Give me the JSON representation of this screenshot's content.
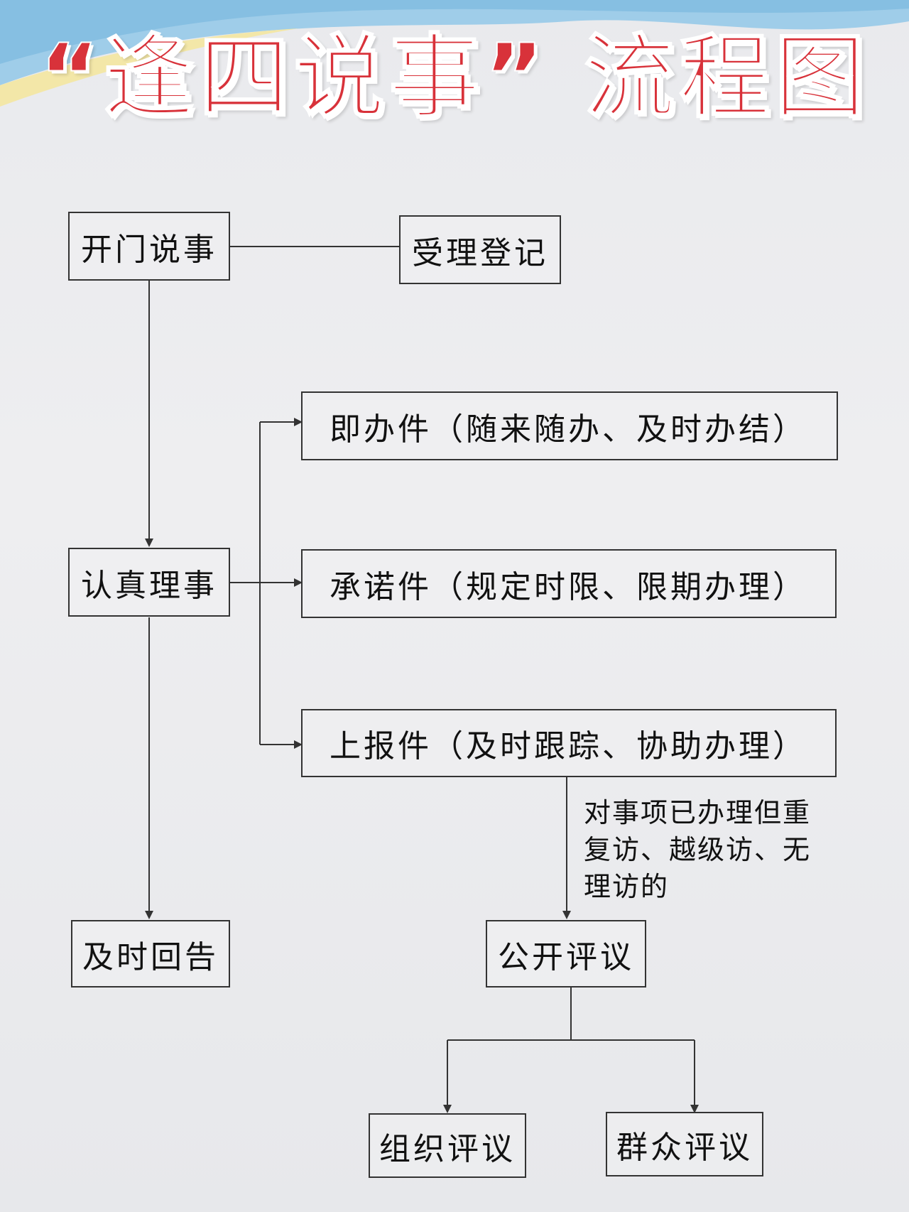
{
  "title": "“逢四说事” 流程图",
  "nodes": {
    "open_door": "开门说事",
    "registration": "受理登记",
    "handle": "认真理事",
    "immediate": "即办件（随来随办、及时办结）",
    "commitment": "承诺件（规定时限、限期办理）",
    "report": "上报件（及时跟踪、协助办理）",
    "feedback": "及时回告",
    "public_review": "公开评议",
    "org_review": "组织评议",
    "mass_review": "群众评议"
  },
  "condition_note": "对事项已办理但重复访、越级访、无理访的",
  "colors": {
    "title_red": "#d8323a",
    "line": "#333333",
    "sky_blue": "#8ec6e6",
    "sun_yellow": "#f2e6a4"
  }
}
